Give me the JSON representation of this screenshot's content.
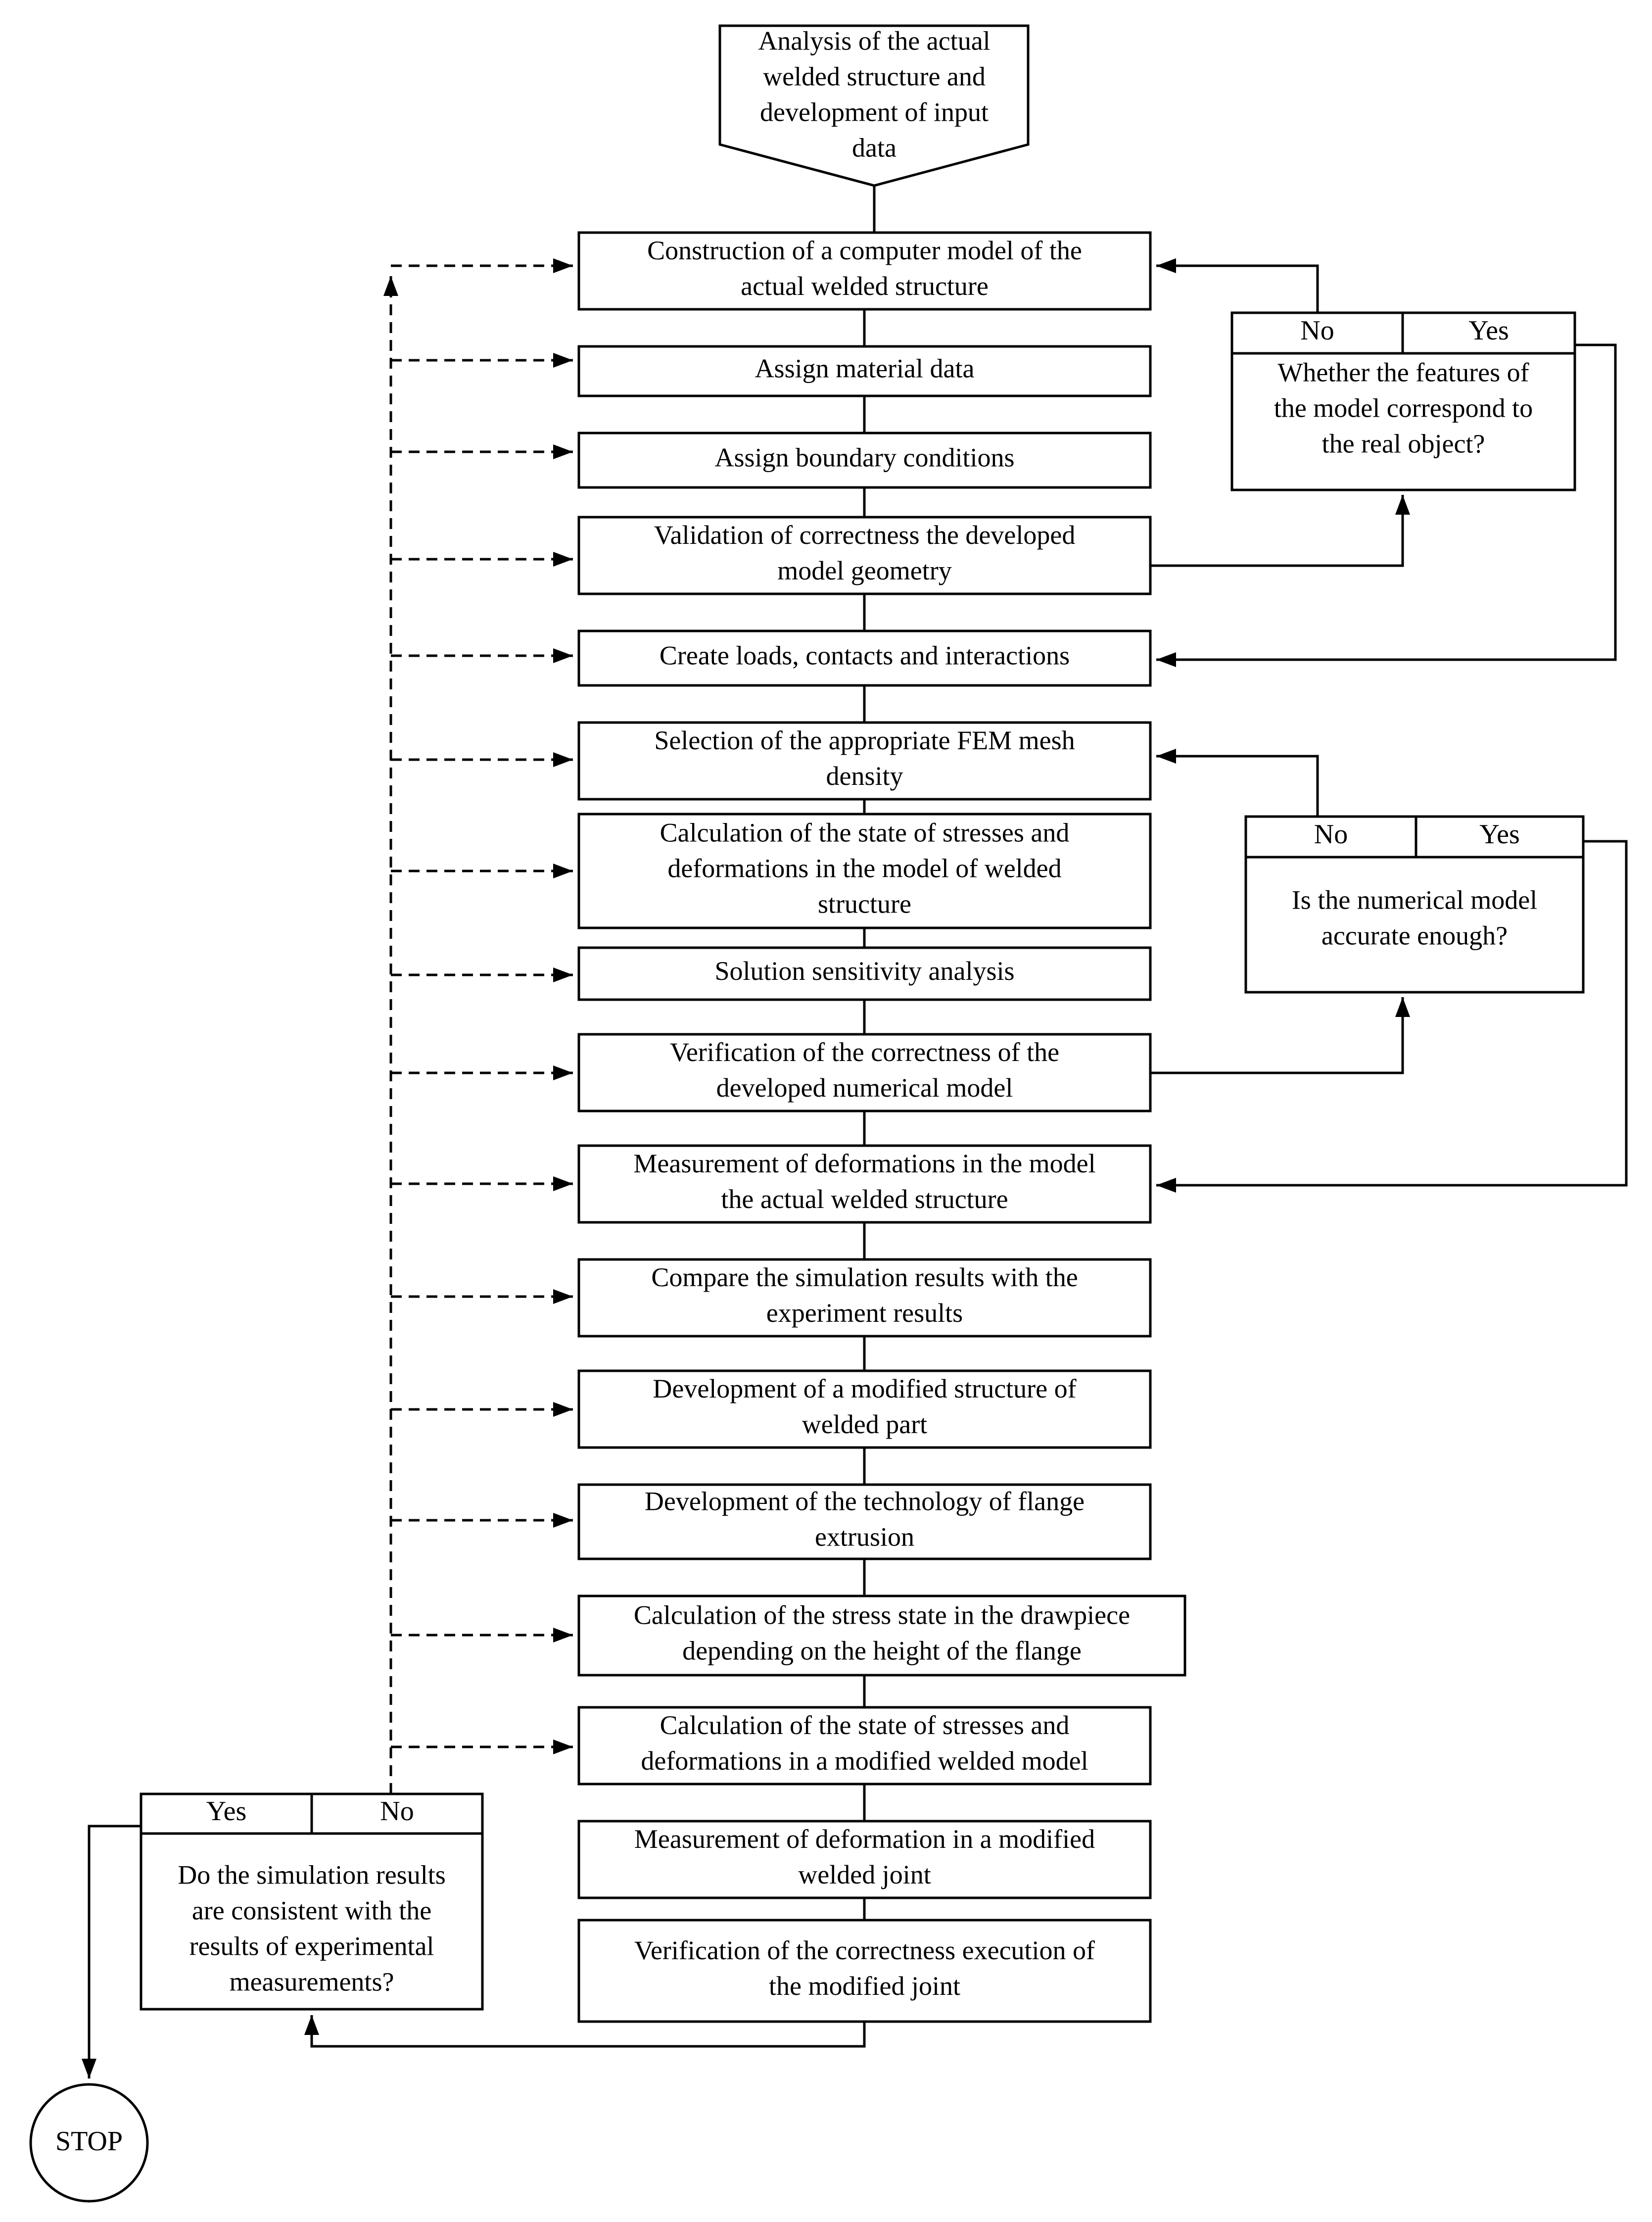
{
  "start": {
    "lines": [
      "Analysis of the actual",
      "welded structure and",
      "development of input",
      "data"
    ]
  },
  "steps": [
    {
      "lines": [
        "Construction of a computer model of the",
        "actual welded structure"
      ]
    },
    {
      "lines": [
        "Assign material data"
      ]
    },
    {
      "lines": [
        "Assign boundary conditions"
      ]
    },
    {
      "lines": [
        "Validation of correctness the developed",
        "model geometry"
      ]
    },
    {
      "lines": [
        "Create loads, contacts and interactions"
      ]
    },
    {
      "lines": [
        "Selection of the appropriate FEM mesh",
        "density"
      ]
    },
    {
      "lines": [
        "Calculation of the state of stresses and",
        "deformations in the model of welded",
        "structure"
      ]
    },
    {
      "lines": [
        "Solution sensitivity analysis"
      ]
    },
    {
      "lines": [
        "Verification of the correctness of the",
        "developed numerical model"
      ]
    },
    {
      "lines": [
        "Measurement of deformations in the model",
        "the actual welded structure"
      ]
    },
    {
      "lines": [
        "Compare the simulation results with the",
        "experiment results"
      ]
    },
    {
      "lines": [
        "Development of a modified structure of",
        "welded part"
      ]
    },
    {
      "lines": [
        "Development of the technology of flange",
        "extrusion"
      ]
    },
    {
      "lines": [
        "Calculation of the stress state in the drawpiece",
        "depending on the height of the flange"
      ]
    },
    {
      "lines": [
        "Calculation of the state of stresses and",
        "deformations in a modified welded model"
      ]
    },
    {
      "lines": [
        "Measurement of deformation in a modified",
        "welded joint"
      ]
    },
    {
      "lines": [
        "Verification of the correctness execution of",
        "the modified joint"
      ]
    }
  ],
  "decisions": {
    "model_features": {
      "no_label": "No",
      "yes_label": "Yes",
      "lines": [
        "Whether the features of",
        "the model correspond to",
        "the real object?"
      ]
    },
    "numerical_accuracy": {
      "no_label": "No",
      "yes_label": "Yes",
      "lines": [
        "Is the numerical model",
        "accurate enough?"
      ]
    },
    "results_consistency": {
      "yes_label": "Yes",
      "no_label": "No",
      "lines": [
        "Do the simulation results",
        "are consistent with the",
        "results of experimental",
        "measurements?"
      ]
    }
  },
  "end": {
    "label": "STOP"
  }
}
